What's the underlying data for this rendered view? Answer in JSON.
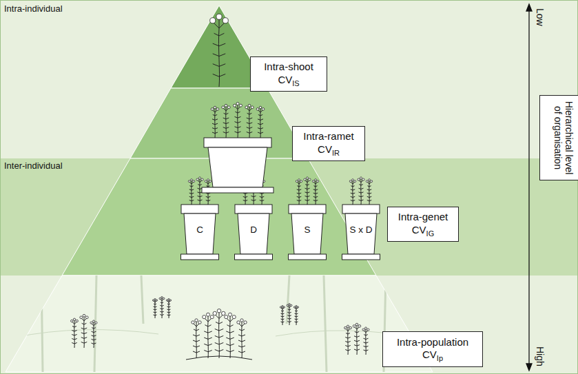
{
  "diagram": {
    "nodes": [
      {
        "text": [
          "Intra-shoot",
          "CV",
          "IS"
        ]
      },
      {
        "text": [
          "Hierarchical level of organisation"
        ]
      },
      {
        "text": [
          "Intra-ramet",
          "CV",
          "IR"
        ]
      },
      {
        "text": [
          "C"
        ]
      },
      {
        "text": [
          "D"
        ]
      },
      {
        "text": [
          "S"
        ]
      },
      {
        "text": [
          "S x D"
        ]
      },
      {
        "text": [
          "Intra-genet",
          "CV",
          "IG"
        ]
      },
      {
        "text": [
          "Intra-population",
          "CV",
          "Ip"
        ]
      }
    ],
    "labels": [
      "Intra-individual",
      "Low",
      "Inter-individual",
      "High"
    ]
  }
}
